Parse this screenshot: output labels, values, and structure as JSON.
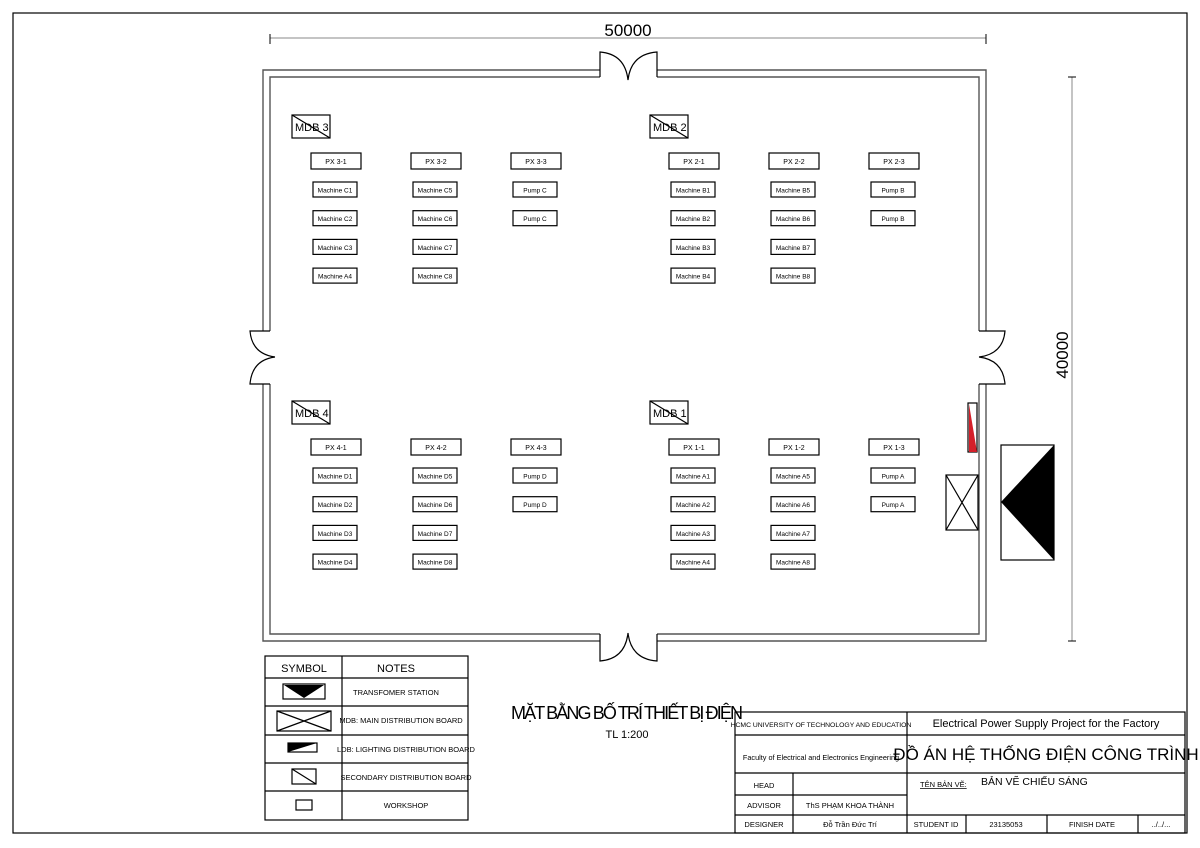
{
  "dimensions": {
    "width_label": "50000",
    "height_label": "40000"
  },
  "groups": [
    {
      "mdb": "MDB 3",
      "columns": [
        {
          "px": "PX 3-1",
          "items": [
            "Machine C1",
            "Machine C2",
            "Machine C3",
            "Machine A4"
          ]
        },
        {
          "px": "PX 3-2",
          "items": [
            "Machine C5",
            "Machine C6",
            "Machine C7",
            "Machine C8"
          ]
        },
        {
          "px": "PX 3-3",
          "items": [
            "Pump C",
            "Pump C"
          ]
        }
      ]
    },
    {
      "mdb": "MDB 2",
      "columns": [
        {
          "px": "PX 2-1",
          "items": [
            "Machine B1",
            "Machine B2",
            "Machine B3",
            "Machine B4"
          ]
        },
        {
          "px": "PX 2-2",
          "items": [
            "Machine B5",
            "Machine B6",
            "Machine B7",
            "Machine B8"
          ]
        },
        {
          "px": "PX 2-3",
          "items": [
            "Pump B",
            "Pump B"
          ]
        }
      ]
    },
    {
      "mdb": "MDB 4",
      "columns": [
        {
          "px": "PX 4-1",
          "items": [
            "Machine D1",
            "Machine D2",
            "Machine D3",
            "Machine D4"
          ]
        },
        {
          "px": "PX 4-2",
          "items": [
            "Machine D5",
            "Machine D6",
            "Machine D7",
            "Machine D8"
          ]
        },
        {
          "px": "PX 4-3",
          "items": [
            "Pump D",
            "Pump D"
          ]
        }
      ]
    },
    {
      "mdb": "MDB 1",
      "columns": [
        {
          "px": "PX 1-1",
          "items": [
            "Machine A1",
            "Machine A2",
            "Machine A3",
            "Machine A4"
          ]
        },
        {
          "px": "PX 1-2",
          "items": [
            "Machine A5",
            "Machine A6",
            "Machine A7",
            "Machine A8"
          ]
        },
        {
          "px": "PX 1-3",
          "items": [
            "Pump A",
            "Pump A"
          ]
        }
      ]
    }
  ],
  "legend": {
    "symbol_header": "SYMBOL",
    "notes_header": "NOTES",
    "rows": [
      {
        "symbol": "transformer-icon",
        "note": "TRANSFOMER STATION"
      },
      {
        "symbol": "mdb-icon",
        "note": "MDB: MAIN DISTRIBUTION BOARD"
      },
      {
        "symbol": "ldb-icon",
        "note": "LDB: LIGHTING DISTRIBUTION BOARD"
      },
      {
        "symbol": "secondary-board-icon",
        "note": "SECONDARY DISTRIBUTION BOARD"
      },
      {
        "symbol": "workshop-icon",
        "note": "WORKSHOP"
      }
    ]
  },
  "drawing_title": "MẶT BẰNG BỐ TRÍ THIẾT BỊ ĐIỆN",
  "scale": "TL 1:200",
  "title_block": {
    "university": "HCMC UNIVERSITY OF TECHNOLOGY AND EDUCATION",
    "faculty": "Faculty of Electrical and Electronics Engineering",
    "project_en": "Electrical Power Supply Project for the Factory",
    "project_vi": "ĐỒ ÁN HỆ THỐNG ĐIỆN CÔNG TRÌNH",
    "sheet_label": "TÊN BẢN VẼ:",
    "sheet_name": "BẢN VẼ CHIẾU SÁNG",
    "head_label": "HEAD",
    "head_value": "",
    "advisor_label": "ADVISOR",
    "advisor_value": "ThS PHẠM KHOA THÀNH",
    "designer_label": "DESIGNER",
    "designer_value": "Đỗ Trần Đức Trí",
    "student_id_label": "STUDENT ID",
    "student_id_value": "23135053",
    "finish_date_label": "FINISH DATE",
    "finish_date_value": "../../..."
  },
  "colors": {
    "ldb_fill": "#d4202a",
    "wall": "#555555",
    "line": "#000000"
  }
}
